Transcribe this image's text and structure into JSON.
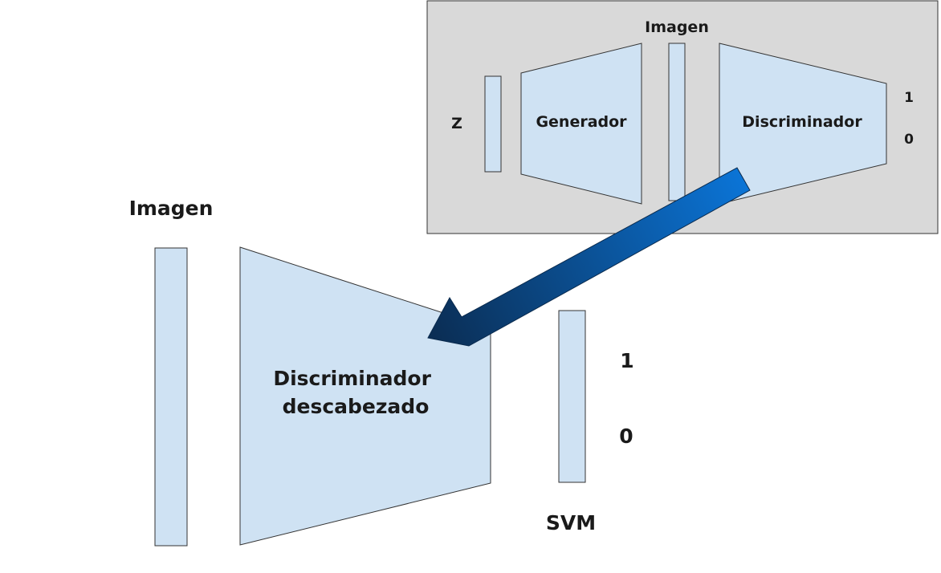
{
  "inset": {
    "title": "Imagen",
    "z_label": "Z",
    "generator_label": "Generador",
    "discriminator_label": "Discriminador",
    "output_one": "1",
    "output_zero": "0"
  },
  "main": {
    "image_label": "Imagen",
    "headless_line1": "Discriminador",
    "headless_line2": "descabezado",
    "output_one": "1",
    "output_zero": "0",
    "svm_label": "SVM"
  },
  "colors": {
    "block_fill": "#cfe2f3",
    "inset_bg": "#d9d9d9",
    "arrow_start": "#0b74d6",
    "arrow_end": "#0b2e55"
  }
}
